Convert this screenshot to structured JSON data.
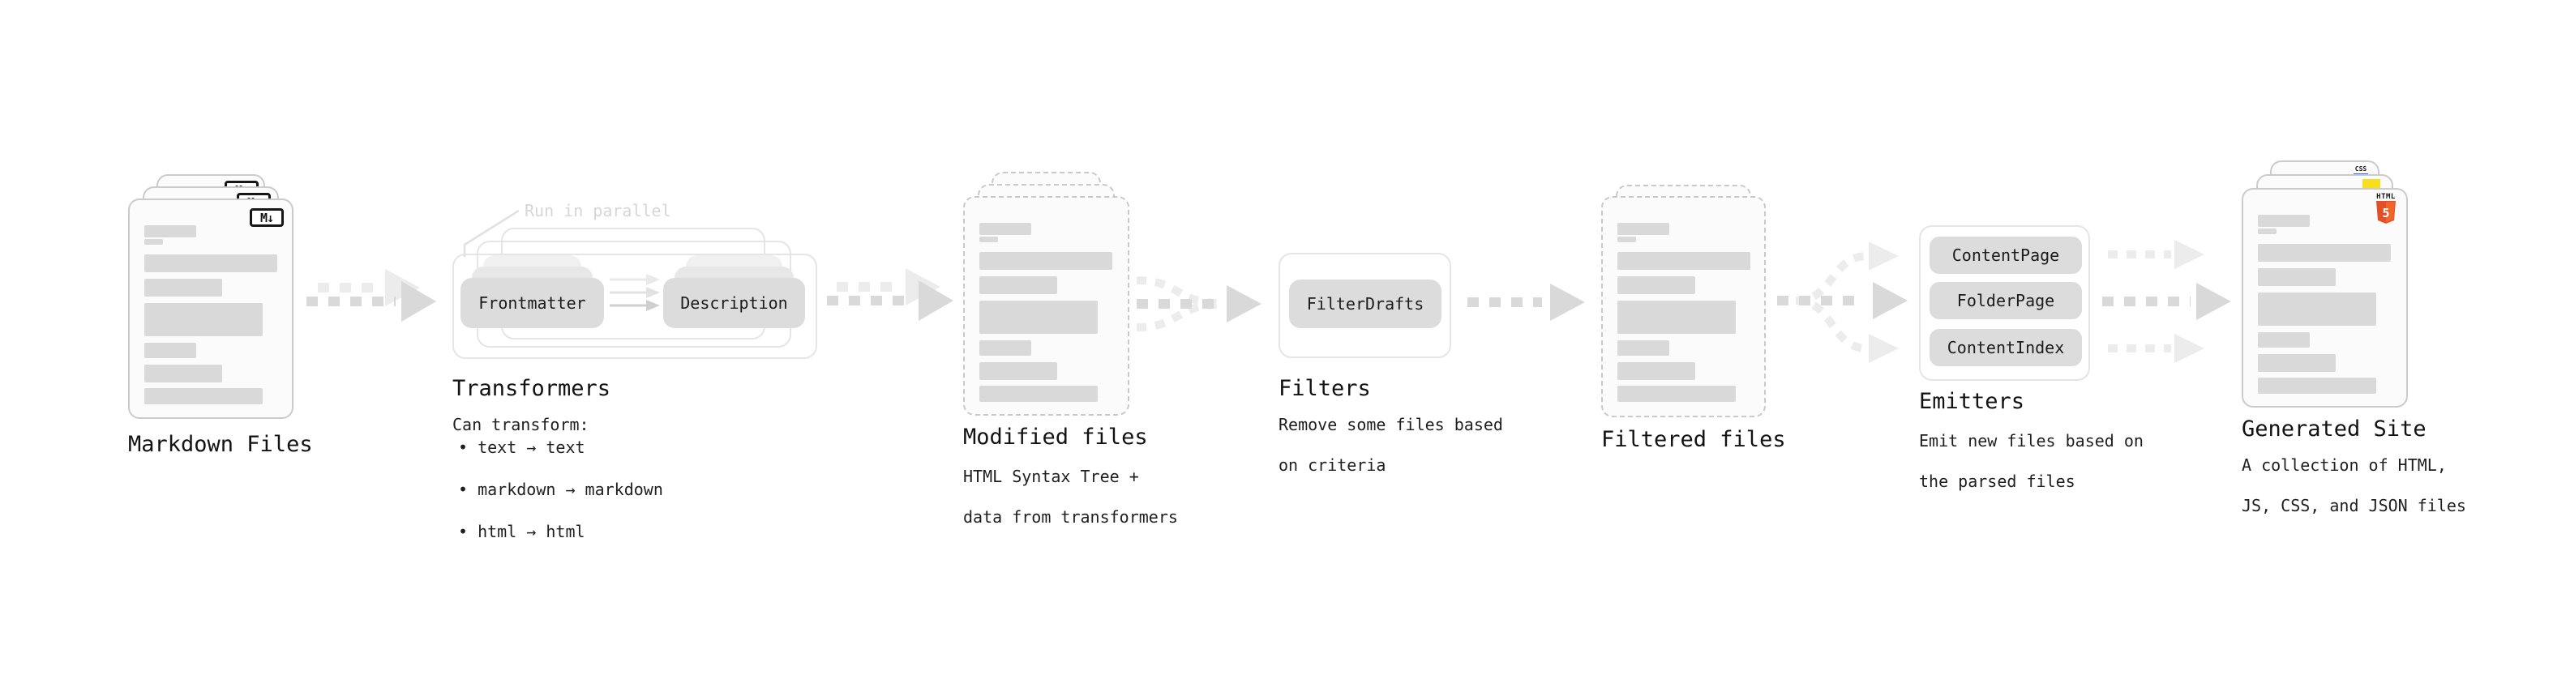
{
  "stages": {
    "markdown": {
      "title": "Markdown Files"
    },
    "transformers": {
      "note": "Run in parallel",
      "node1": "Frontmatter",
      "node2": "Description",
      "title": "Transformers",
      "caption": "Can transform:",
      "bullet1": "• text → text",
      "bullet2": "• markdown → markdown",
      "bullet3": "• html → html"
    },
    "modified": {
      "title": "Modified files",
      "caption_line1": "HTML Syntax Tree +",
      "caption_line2": "data from transformers"
    },
    "filters": {
      "title": "Filters",
      "node1": "FilterDrafts",
      "caption_line1": "Remove some files based",
      "caption_line2": "on criteria"
    },
    "filtered": {
      "title": "Filtered files"
    },
    "emitters": {
      "title": "Emitters",
      "node1": "ContentPage",
      "node2": "FolderPage",
      "node3": "ContentIndex",
      "caption_line1": "Emit new files based on",
      "caption_line2": "the parsed files"
    },
    "generated": {
      "title": "Generated Site",
      "caption_line1": "A collection of HTML,",
      "caption_line2": "JS, CSS, and JSON files"
    }
  },
  "badges": {
    "markdown": "M↓",
    "css_label": "CSS",
    "html_label": "HTML",
    "html_number": "5"
  },
  "colors": {
    "html5_orange": "#E34F26",
    "js_yellow": "#F7DF1E",
    "css_blue": "#2B6BF3",
    "arrow_dark": "#d9d9d9",
    "arrow_light": "#ececec",
    "note_gray": "#d6d6d6"
  }
}
